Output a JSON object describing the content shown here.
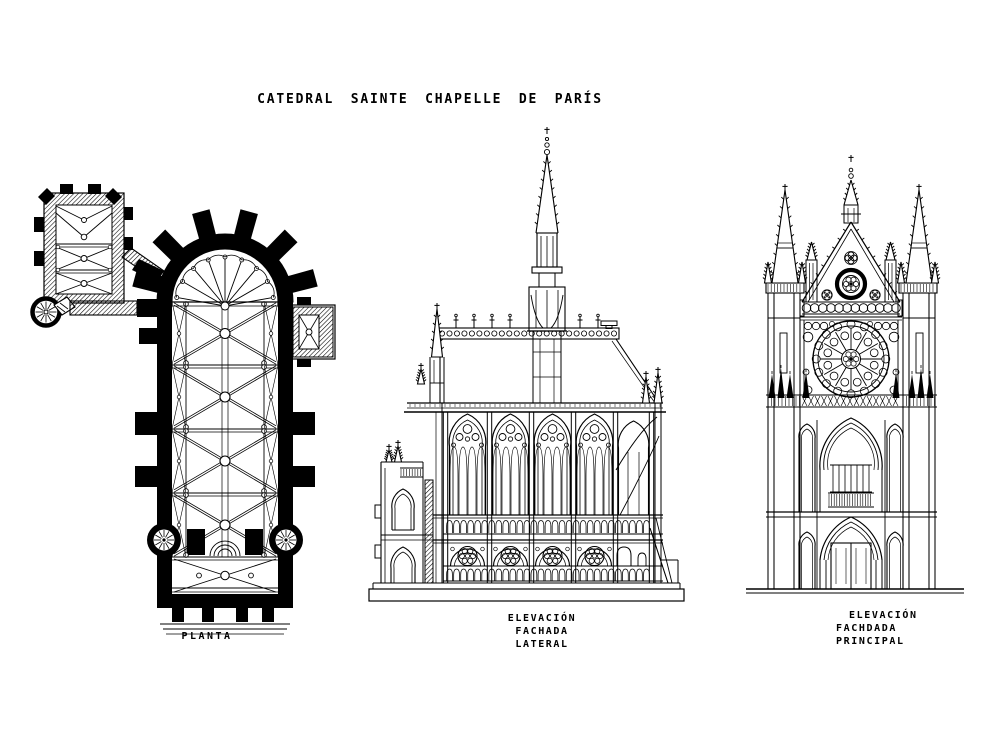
{
  "title": "CATEDRAL SAINTE CHAPELLE DE PARÍS",
  "colors": {
    "ink": "#000000",
    "paper": "#ffffff"
  },
  "drawings": {
    "plan": {
      "label": "PLANTA"
    },
    "lateral": {
      "label_lines": [
        "ELEVACIÓN",
        "FACHADA",
        "LATERAL"
      ]
    },
    "principal": {
      "label_lines": [
        "ELEVACIÓN",
        "FACHDADA",
        "PRINCIPAL"
      ]
    }
  }
}
